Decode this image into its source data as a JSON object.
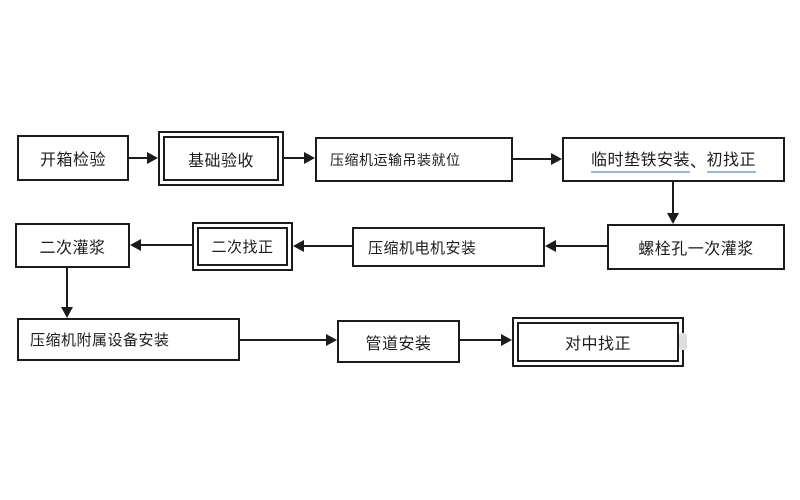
{
  "colors": {
    "line": "#1c1c1c",
    "text": "#1c1c1c",
    "underline": "#9db5e0",
    "artifact": "#dedede",
    "bg": "#ffffff"
  },
  "diagram": {
    "type": "flowchart",
    "nodes": [
      {
        "id": "n1",
        "label": "开箱检验",
        "border": "single"
      },
      {
        "id": "n2",
        "label": "基础验收",
        "border": "double"
      },
      {
        "id": "n3",
        "label": "压缩机运输吊装就位",
        "border": "single"
      },
      {
        "id": "n4",
        "label": "临时垫铁安装、初找正",
        "border": "single",
        "segments": [
          "临时垫铁安装",
          "、",
          "初找正"
        ],
        "underlined_segments": [
          0,
          2
        ]
      },
      {
        "id": "n5",
        "label": "螺栓孔一次灌浆",
        "border": "single"
      },
      {
        "id": "n6",
        "label": "压缩机电机安装",
        "border": "single"
      },
      {
        "id": "n7",
        "label": "二次找正",
        "border": "double"
      },
      {
        "id": "n8",
        "label": "二次灌浆",
        "border": "single"
      },
      {
        "id": "n9",
        "label": "压缩机附属设备安装",
        "border": "single"
      },
      {
        "id": "n10",
        "label": "管道安装",
        "border": "single"
      },
      {
        "id": "n11",
        "label": "对中找正",
        "border": "double"
      }
    ],
    "edges": [
      {
        "from": "开箱检验",
        "to": "压缩机运输吊装就位",
        "via": "基础验收",
        "direction": "right"
      },
      {
        "from": "基础验收",
        "to": "压缩机运输吊装就位",
        "direction": "right"
      },
      {
        "from": "压缩机运输吊装就位",
        "to": "临时垫铁安装、初找正",
        "direction": "right"
      },
      {
        "from": "临时垫铁安装、初找正",
        "to": "螺栓孔一次灌浆",
        "direction": "down"
      },
      {
        "from": "螺栓孔一次灌浆",
        "to": "压缩机电机安装",
        "direction": "left"
      },
      {
        "from": "压缩机电机安装",
        "to": "二次找正",
        "direction": "left"
      },
      {
        "from": "二次找正",
        "to": "二次灌浆",
        "direction": "left"
      },
      {
        "from": "二次灌浆",
        "to": "压缩机附属设备安装",
        "direction": "down"
      },
      {
        "from": "压缩机附属设备安装",
        "to": "管道安装",
        "direction": "right"
      },
      {
        "from": "管道安装",
        "to": "对中找正",
        "direction": "right"
      }
    ]
  }
}
